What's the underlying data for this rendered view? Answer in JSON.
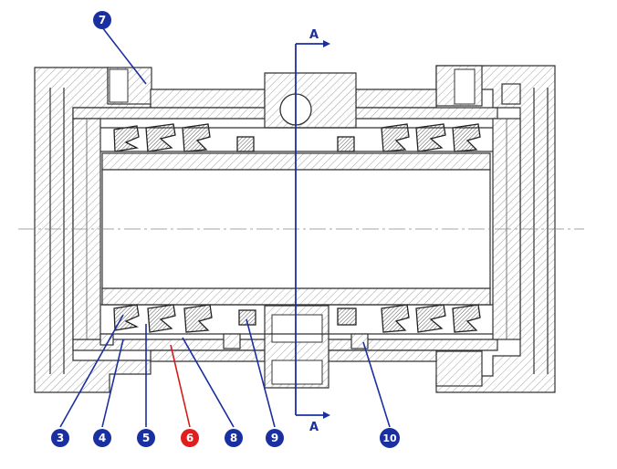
{
  "section": {
    "label_top": "A",
    "label_bottom": "A"
  },
  "callouts": [
    {
      "id": "c7",
      "number": "7",
      "color": "#1a2fa0"
    },
    {
      "id": "c3",
      "number": "3",
      "color": "#1a2fa0"
    },
    {
      "id": "c4",
      "number": "4",
      "color": "#1a2fa0"
    },
    {
      "id": "c5",
      "number": "5",
      "color": "#1a2fa0"
    },
    {
      "id": "c6",
      "number": "6",
      "color": "#e01e1e"
    },
    {
      "id": "c8",
      "number": "8",
      "color": "#1a2fa0"
    },
    {
      "id": "c9",
      "number": "9",
      "color": "#1a2fa0"
    },
    {
      "id": "c10",
      "number": "10",
      "color": "#1a2fa0"
    }
  ],
  "colors": {
    "callout_blue": "#1a2fa0",
    "callout_red": "#e01e1e",
    "line": "#333333"
  }
}
